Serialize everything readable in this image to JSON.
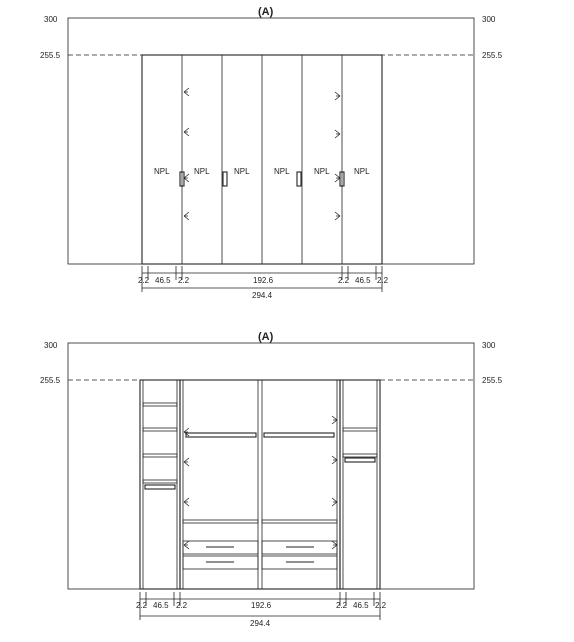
{
  "elevation_front": {
    "view_label": "(A)",
    "height_left": "300",
    "height_right": "300",
    "inner_height_left": "255.5",
    "inner_height_right": "255.5",
    "npl_labels": [
      "NPL",
      "NPL",
      "NPL",
      "NPL",
      "NPL",
      "NPL"
    ],
    "dims_row1": [
      "2.2",
      "46.5",
      "2.2",
      "192.6",
      "2.2",
      "46.5",
      "2.2"
    ],
    "total_width": "294.4"
  },
  "elevation_interior": {
    "view_label": "(A)",
    "height_left": "300",
    "height_right": "300",
    "inner_height_left": "255.5",
    "inner_height_right": "255.5",
    "dims_row1": [
      "2.2",
      "46.5",
      "2.2",
      "192.6",
      "2.2",
      "46.5",
      "2.2"
    ],
    "total_width": "294.4"
  }
}
